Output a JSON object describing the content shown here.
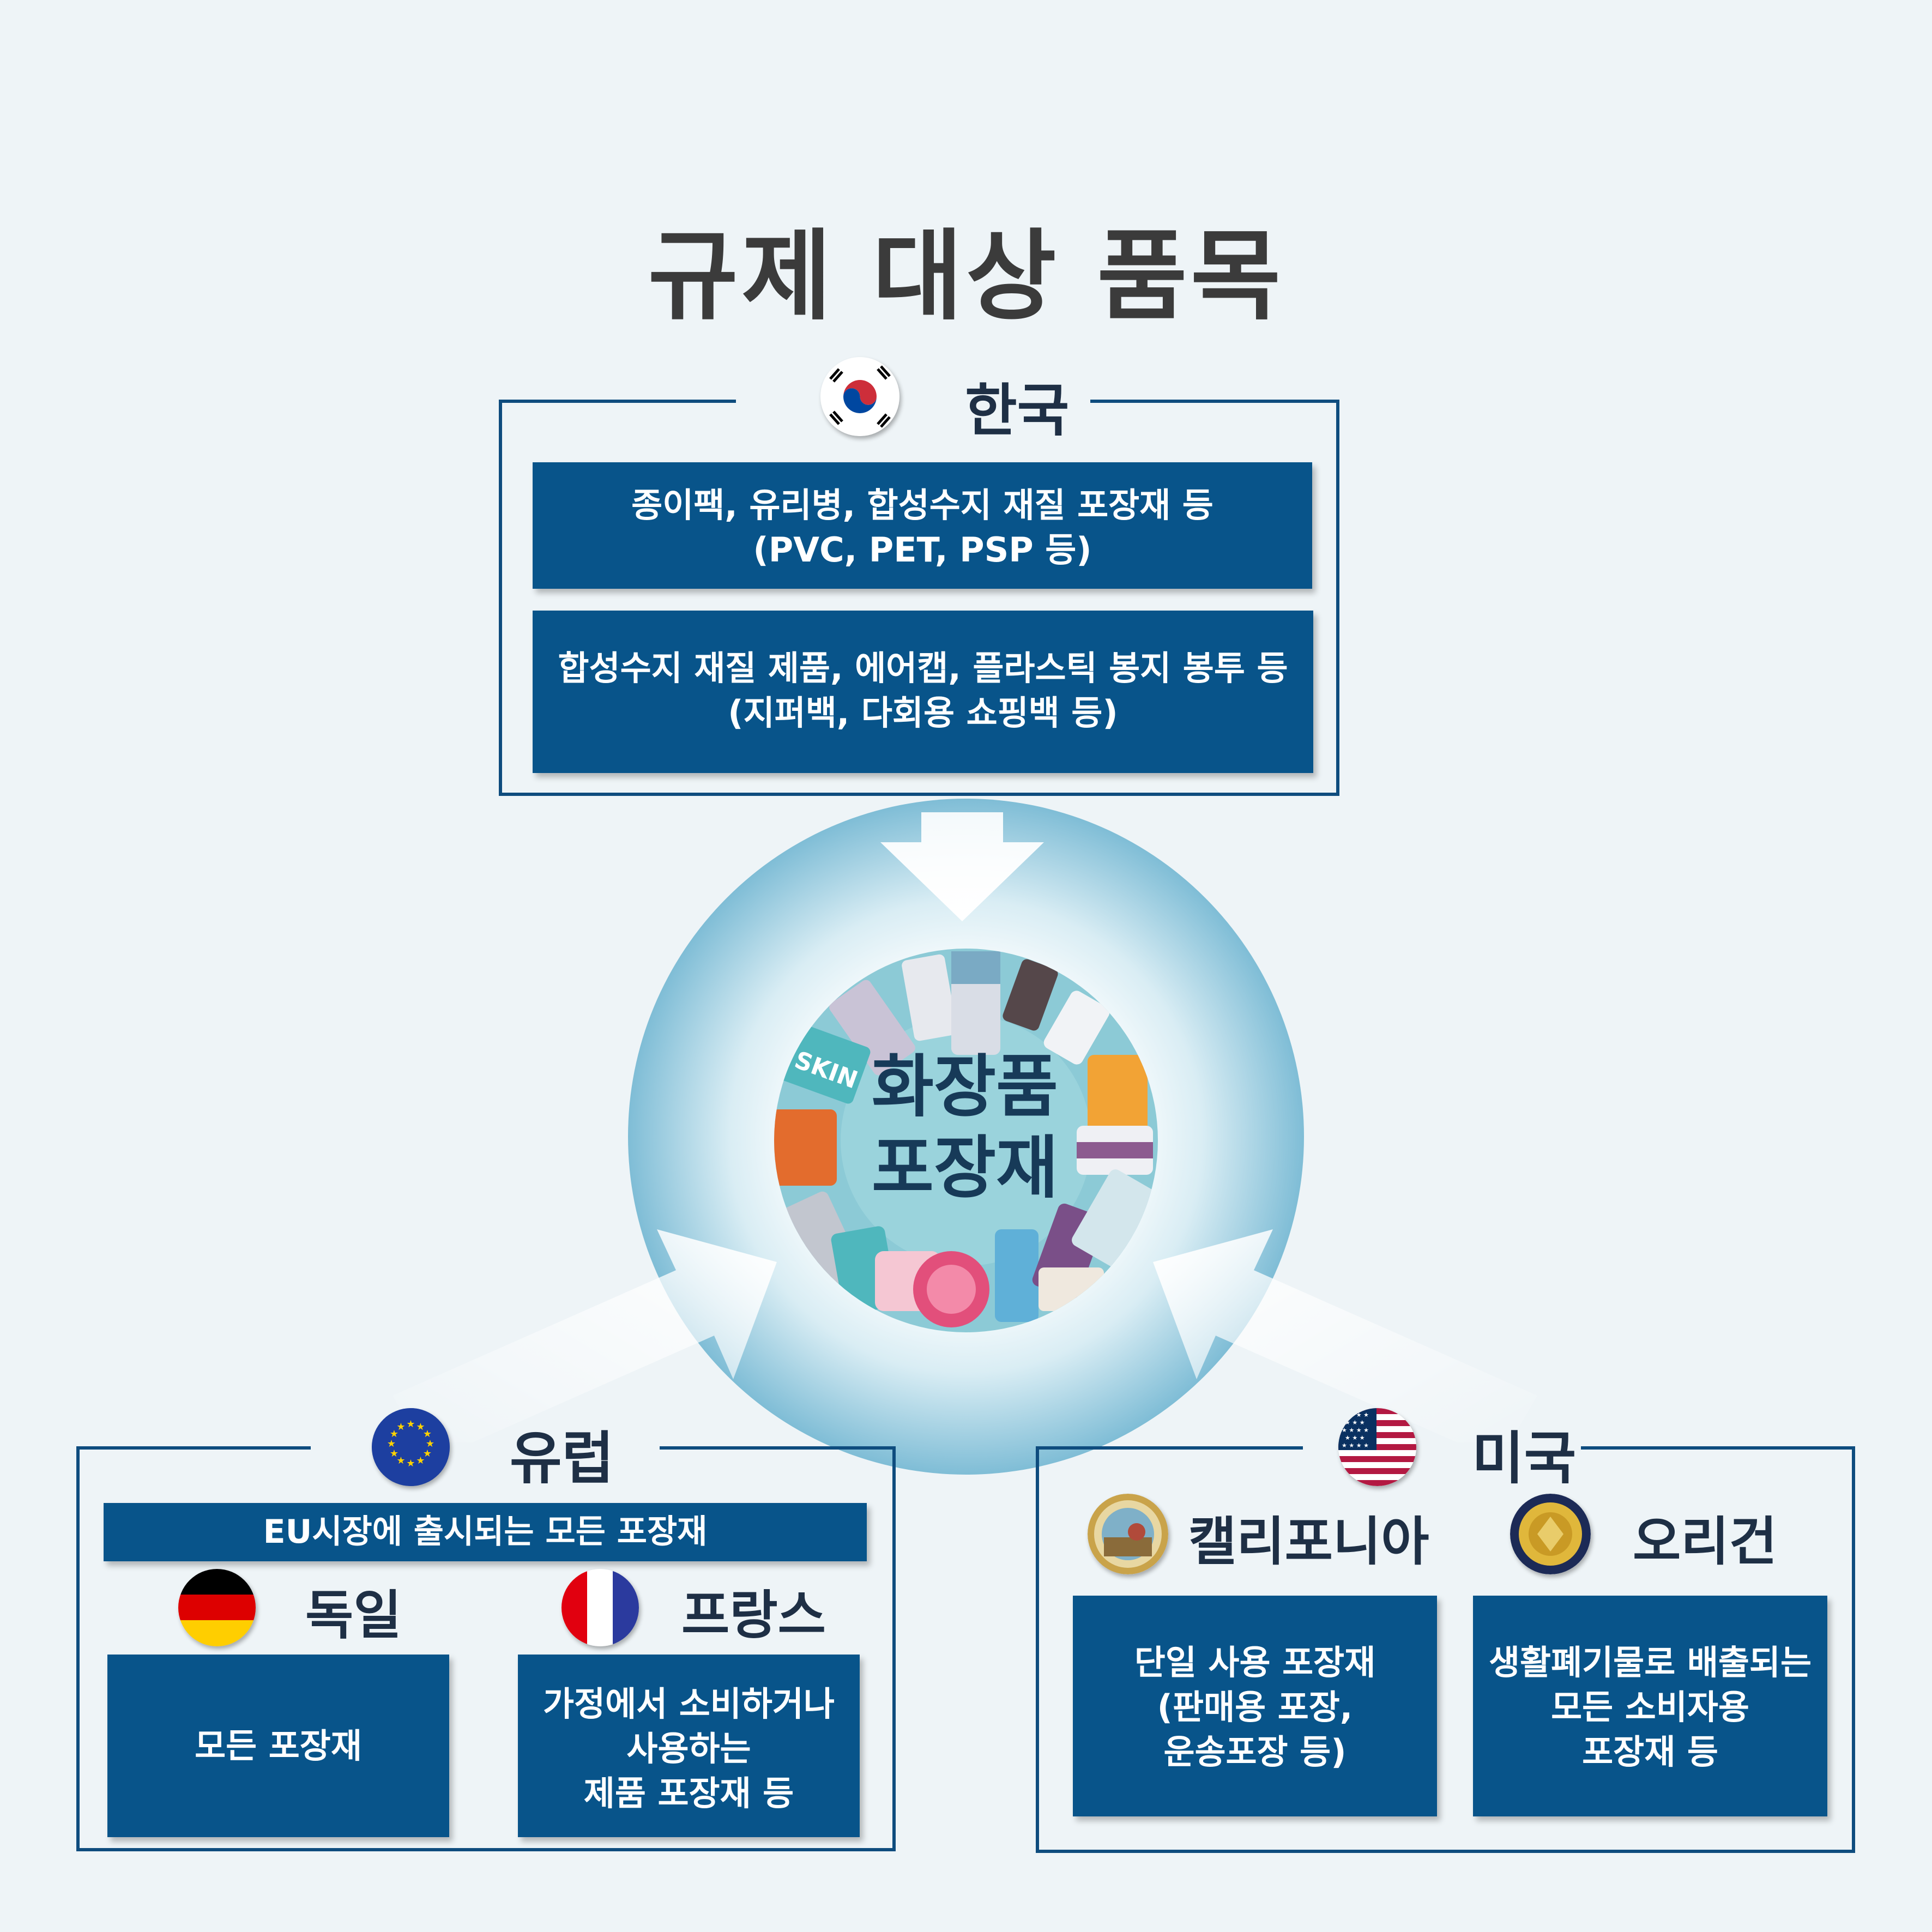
{
  "title": "규제 대상 품목",
  "center": {
    "line1": "화장품",
    "line2": "포장재"
  },
  "korea": {
    "name": "한국",
    "items": [
      {
        "line1": "종이팩, 유리병, 합성수지 재질 포장재 등",
        "line2": "(PVC, PET, PSP 등)"
      },
      {
        "line1": "합성수지 재질 제품, 에어캡, 플라스틱 봉지 봉투 등",
        "line2": "(지퍼백, 다회용 쇼핑백 등)"
      }
    ]
  },
  "europe": {
    "name": "유럽",
    "eu_item": "EU시장에 출시되는 모든 포장재",
    "germany": {
      "name": "독일",
      "item": "모든 포장재"
    },
    "france": {
      "name": "프랑스",
      "line1": "가정에서 소비하거나",
      "line2": "사용하는",
      "line3": "제품 포장재 등"
    }
  },
  "usa": {
    "name": "미국",
    "california": {
      "name": "캘리포니아",
      "line1": "단일 사용 포장재",
      "line2": "(판매용 포장,",
      "line3": "운송포장 등)"
    },
    "oregon": {
      "name": "오리건",
      "line1": "생활폐기물로 배출되는",
      "line2": "모든 소비자용",
      "line3": "포장재 등"
    }
  },
  "colors": {
    "navy_box": "#08548a",
    "frame": "#0e4c7e",
    "background": "#eef4f7",
    "heading": "#1e2f45"
  },
  "icons": [
    "korea-flag-icon",
    "eu-flag-icon",
    "germany-flag-icon",
    "france-flag-icon",
    "usa-flag-icon",
    "california-seal-icon",
    "oregon-seal-icon",
    "cosmetics-illustration"
  ]
}
